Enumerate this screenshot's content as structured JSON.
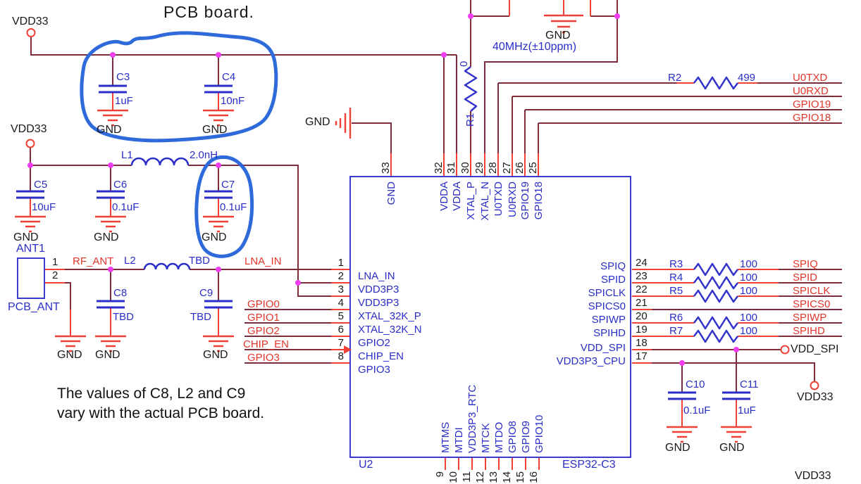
{
  "annotations": {
    "pcb_board": "PCB board.",
    "note_line1": "The values of C8, L2 and C9",
    "note_line2": "vary with the actual PCB board.",
    "crystal_freq": "40MHz(±10ppm)"
  },
  "ports": {
    "vdd33": "VDD33",
    "vdd_spi": "VDD_SPI",
    "gnd": "GND"
  },
  "parts": {
    "c3": {
      "ref": "C3",
      "val": "1uF"
    },
    "c4": {
      "ref": "C4",
      "val": "10nF"
    },
    "c5": {
      "ref": "C5",
      "val": "10uF"
    },
    "c6": {
      "ref": "C6",
      "val": "0.1uF"
    },
    "c7": {
      "ref": "C7",
      "val": "0.1uF"
    },
    "c8": {
      "ref": "C8",
      "val": "TBD"
    },
    "c9": {
      "ref": "C9",
      "val": "TBD"
    },
    "c10": {
      "ref": "C10",
      "val": "0.1uF"
    },
    "c11": {
      "ref": "C11",
      "val": "1uF"
    },
    "l1": {
      "ref": "L1",
      "val": "2.0nH"
    },
    "l2": {
      "ref": "L2",
      "val": "TBD"
    },
    "r1": {
      "ref": "R1",
      "val": "0"
    },
    "r2": {
      "ref": "R2",
      "val": "499"
    },
    "r3": {
      "ref": "R3",
      "val": "100"
    },
    "r4": {
      "ref": "R4",
      "val": "100"
    },
    "r5": {
      "ref": "R5",
      "val": "100"
    },
    "r6": {
      "ref": "R6",
      "val": "100"
    },
    "r7": {
      "ref": "R7",
      "val": "100"
    },
    "ant1": {
      "ref": "ANT1",
      "val": "PCB_ANT"
    },
    "u2": {
      "ref": "U2",
      "val": "ESP32-C3"
    }
  },
  "ant_pin_numbers": {
    "p1": "1",
    "p2": "2"
  },
  "nets": {
    "rf_ant": "RF_ANT",
    "lna_in": "LNA_IN",
    "gpio0": "GPIO0",
    "gpio1": "GPIO1",
    "gpio2": "GPIO2",
    "chip_en": "CHIP_EN",
    "gpio3": "GPIO3",
    "u0txd": "U0TXD",
    "u0rxd": "U0RXD",
    "gpio19": "GPIO19",
    "gpio18": "GPIO18",
    "spiq": "SPIQ",
    "spid": "SPID",
    "spiclk": "SPICLK",
    "spics0": "SPICS0",
    "spiwp": "SPIWP",
    "spihd": "SPIHD"
  },
  "colors": {
    "wire": "#7b2d3c",
    "pin_wire": "#ef4136",
    "symbol_blue": "#2a2ec6",
    "junction": "#ee3cee",
    "marker_blue": "#2e6ada",
    "chip_border": "#3b3bd0"
  },
  "chip": {
    "left_pins": [
      {
        "num": "1",
        "label": "LNA_IN"
      },
      {
        "num": "2",
        "label": "VDD3P3"
      },
      {
        "num": "3",
        "label": "VDD3P3"
      },
      {
        "num": "4",
        "label": "XTAL_32K_P"
      },
      {
        "num": "5",
        "label": "XTAL_32K_N"
      },
      {
        "num": "6",
        "label": "GPIO2"
      },
      {
        "num": "7",
        "label": "CHIP_EN"
      },
      {
        "num": "8",
        "label": "GPIO3"
      }
    ],
    "right_pins": [
      {
        "num": "24",
        "label": "SPIQ"
      },
      {
        "num": "23",
        "label": "SPID"
      },
      {
        "num": "22",
        "label": "SPICLK"
      },
      {
        "num": "21",
        "label": "SPICS0"
      },
      {
        "num": "20",
        "label": "SPIWP"
      },
      {
        "num": "19",
        "label": "SPIHD"
      },
      {
        "num": "18",
        "label": "VDD_SPI"
      },
      {
        "num": "17",
        "label": "VDD3P3_CPU"
      }
    ],
    "top_pins": [
      {
        "num": "33",
        "label": "GND"
      },
      {
        "num": "32",
        "label": "VDDA"
      },
      {
        "num": "31",
        "label": "VDDA"
      },
      {
        "num": "30",
        "label": "XTAL_P"
      },
      {
        "num": "29",
        "label": "XTAL_N"
      },
      {
        "num": "28",
        "label": "U0TXD"
      },
      {
        "num": "27",
        "label": "U0RXD"
      },
      {
        "num": "26",
        "label": "GPIO19"
      },
      {
        "num": "25",
        "label": "GPIO18"
      }
    ],
    "bottom_pins": [
      {
        "num": "9",
        "label": "MTMS"
      },
      {
        "num": "10",
        "label": "MTDI"
      },
      {
        "num": "11",
        "label": "VDD3P3_RTC"
      },
      {
        "num": "12",
        "label": "MTCK"
      },
      {
        "num": "13",
        "label": "MTDO"
      },
      {
        "num": "14",
        "label": "GPIO8"
      },
      {
        "num": "15",
        "label": "GPIO9"
      },
      {
        "num": "16",
        "label": "GPIO10"
      }
    ]
  }
}
